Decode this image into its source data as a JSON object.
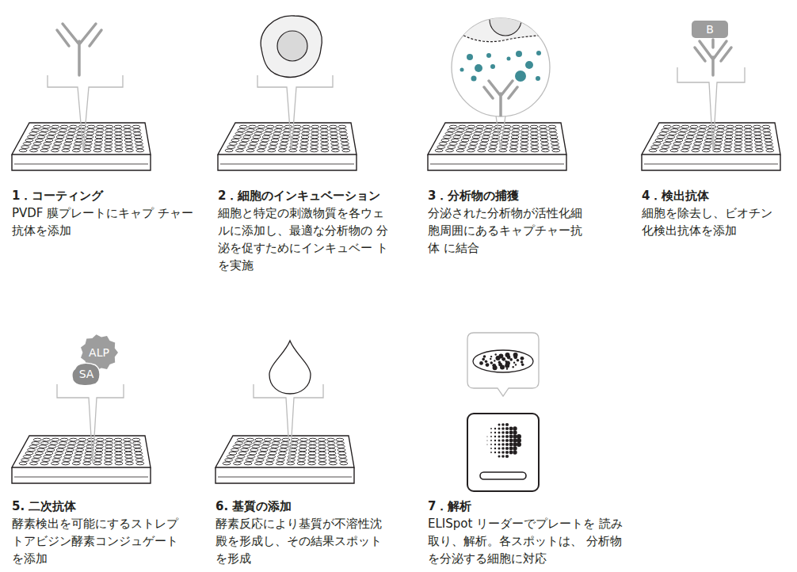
{
  "diagram": {
    "nodes": [
      {
        "text": [
          "B"
        ]
      },
      {
        "text": [
          "ALP"
        ]
      },
      {
        "text": [
          "SA"
        ]
      }
    ],
    "labels": [
      "1．コーティング",
      "PVDF 膜プレートにキャプ チャー抗体を添加",
      "2．細胞のインキュベーション",
      "細胞と特定の刺激物質を各ウェ ルに添加し、最適な分析物の 分泌を促すためにインキュベー トを実施",
      "3．分析物の捕獲",
      "分泌された分析物が活性化細 胞周囲にあるキャプチャー抗体 に結合",
      "4．検出抗体",
      "細胞を除去し、ビオチン 化検出抗体を添加",
      "5. 二次抗体",
      "酵素検出を可能にするストレプ トアビジン酵素コンジュゲート を添加",
      "6. 基質の添加",
      "酵素反応により基質が不溶性沈 殿を形成し、その結果スポット を形成",
      "7．解析",
      "ELISpot リーダーでプレートを 読み取り、解析。各スポットは、 分析物を分泌する細胞に対応"
    ]
  }
}
